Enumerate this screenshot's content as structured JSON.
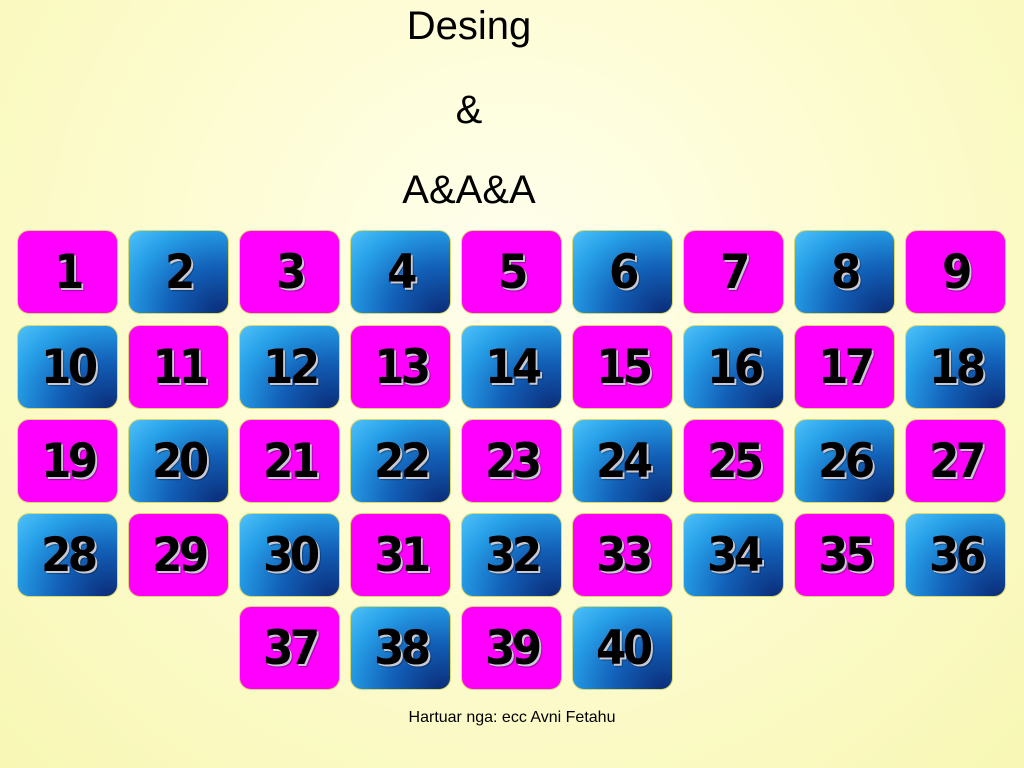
{
  "title": {
    "line1": "Desing",
    "line2": "&",
    "line3": "A&A&A"
  },
  "tiles": [
    {
      "label": "1",
      "color": "pink"
    },
    {
      "label": "2",
      "color": "blue"
    },
    {
      "label": "3",
      "color": "pink"
    },
    {
      "label": "4",
      "color": "blue"
    },
    {
      "label": "5",
      "color": "pink"
    },
    {
      "label": "6",
      "color": "blue"
    },
    {
      "label": "7",
      "color": "pink"
    },
    {
      "label": "8",
      "color": "blue"
    },
    {
      "label": "9",
      "color": "pink"
    },
    {
      "label": "10",
      "color": "blue"
    },
    {
      "label": "11",
      "color": "pink"
    },
    {
      "label": "12",
      "color": "blue"
    },
    {
      "label": "13",
      "color": "pink"
    },
    {
      "label": "14",
      "color": "blue"
    },
    {
      "label": "15",
      "color": "pink"
    },
    {
      "label": "16",
      "color": "blue"
    },
    {
      "label": "17",
      "color": "pink"
    },
    {
      "label": "18",
      "color": "blue"
    },
    {
      "label": "19",
      "color": "pink"
    },
    {
      "label": "20",
      "color": "blue"
    },
    {
      "label": "21",
      "color": "pink"
    },
    {
      "label": "22",
      "color": "blue"
    },
    {
      "label": "23",
      "color": "pink"
    },
    {
      "label": "24",
      "color": "blue"
    },
    {
      "label": "25",
      "color": "pink"
    },
    {
      "label": "26",
      "color": "blue"
    },
    {
      "label": "27",
      "color": "pink"
    },
    {
      "label": "28",
      "color": "blue"
    },
    {
      "label": "29",
      "color": "pink"
    },
    {
      "label": "30",
      "color": "blue"
    },
    {
      "label": "31",
      "color": "pink"
    },
    {
      "label": "32",
      "color": "blue"
    },
    {
      "label": "33",
      "color": "pink"
    },
    {
      "label": "34",
      "color": "blue"
    },
    {
      "label": "35",
      "color": "pink"
    },
    {
      "label": "36",
      "color": "blue"
    },
    {
      "label": "37",
      "color": "pink"
    },
    {
      "label": "38",
      "color": "blue"
    },
    {
      "label": "39",
      "color": "pink"
    },
    {
      "label": "40",
      "color": "blue"
    }
  ],
  "footer": "Hartuar nga: ecc Avni Fetahu",
  "colors": {
    "pink": "#ff00ff",
    "blue": "#27a0e8",
    "background": "#fdfcd2"
  }
}
